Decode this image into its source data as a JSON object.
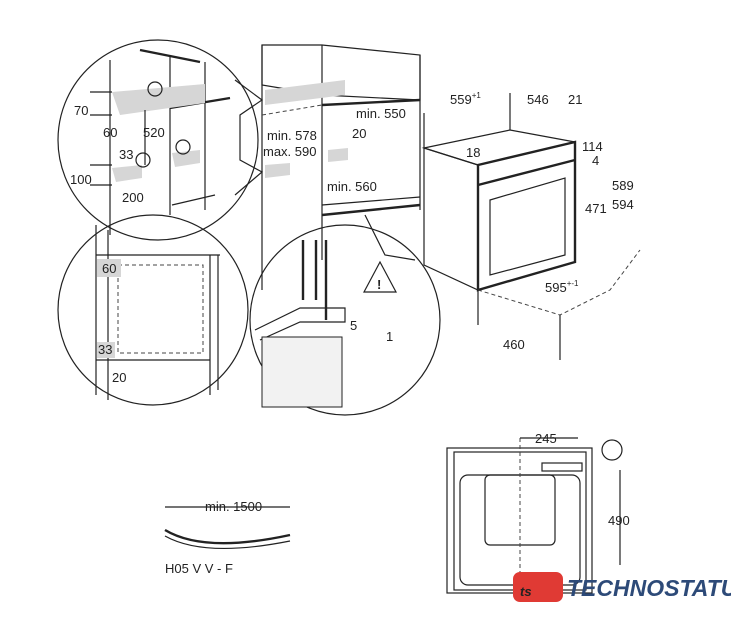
{
  "detail_top": {
    "d70": "70",
    "d60": "60",
    "d520": "520",
    "d33": "33",
    "d100": "100",
    "d200": "200"
  },
  "detail_mid": {
    "d60": "60",
    "d33": "33",
    "d20": "20"
  },
  "detail_right": {
    "d5": "5",
    "d1": "1"
  },
  "cabinet": {
    "min550": "min. 550",
    "min578": "min. 578",
    "max590": "max. 590",
    "d20": "20",
    "min560": "min. 560"
  },
  "oven": {
    "w559": "559",
    "w559_tol": "+1",
    "d546": "546",
    "d21": "21",
    "d18": "18",
    "d114": "114",
    "d4": "4",
    "h471": "471",
    "h589": "589",
    "h594": "594",
    "w595": "595",
    "w595_tol": "+-1",
    "d460": "460"
  },
  "cable": {
    "length": "min. 1500",
    "type": "H05 V V - F"
  },
  "back_view": {
    "d245": "245",
    "h490": "490"
  },
  "logo": {
    "text": "TECHNOSTATUS",
    "mark": "ts",
    "accent": "#e03a34",
    "text_color": "#2d4a78"
  }
}
